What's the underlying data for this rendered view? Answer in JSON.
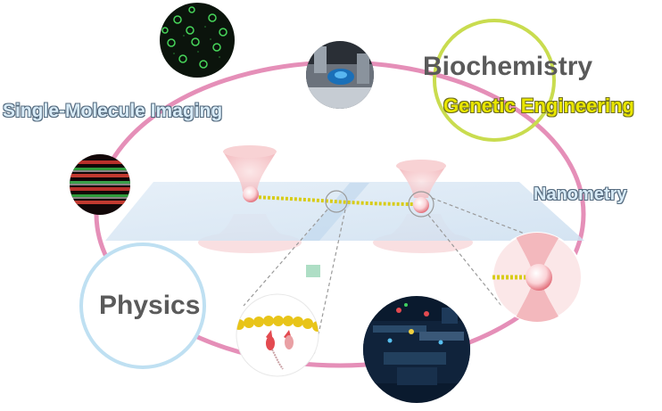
{
  "labels": {
    "biochemistry": "Biochemistry",
    "genetic_engineering": "Genetic Engineering",
    "single_molecule_imaging": "Single-Molecule Imaging",
    "nanometry": "Nanometry",
    "physics": "Physics"
  },
  "colors": {
    "main_ellipse": "#e58fb8",
    "biochemistry_ring": "#c9dc4f",
    "physics_ring": "#bfe0f2",
    "stage_plane": "#d8e6f3",
    "laser_cone": "#f7c9cc",
    "dna_strand": "#d8cc18",
    "microscope_blue": "#1a6fb8"
  },
  "icons": [
    "fluorescent-spots-image",
    "microscope-stage-image",
    "kymograph-image",
    "optical-tweezers-image",
    "protein-motor-image",
    "lab-setup-image"
  ]
}
